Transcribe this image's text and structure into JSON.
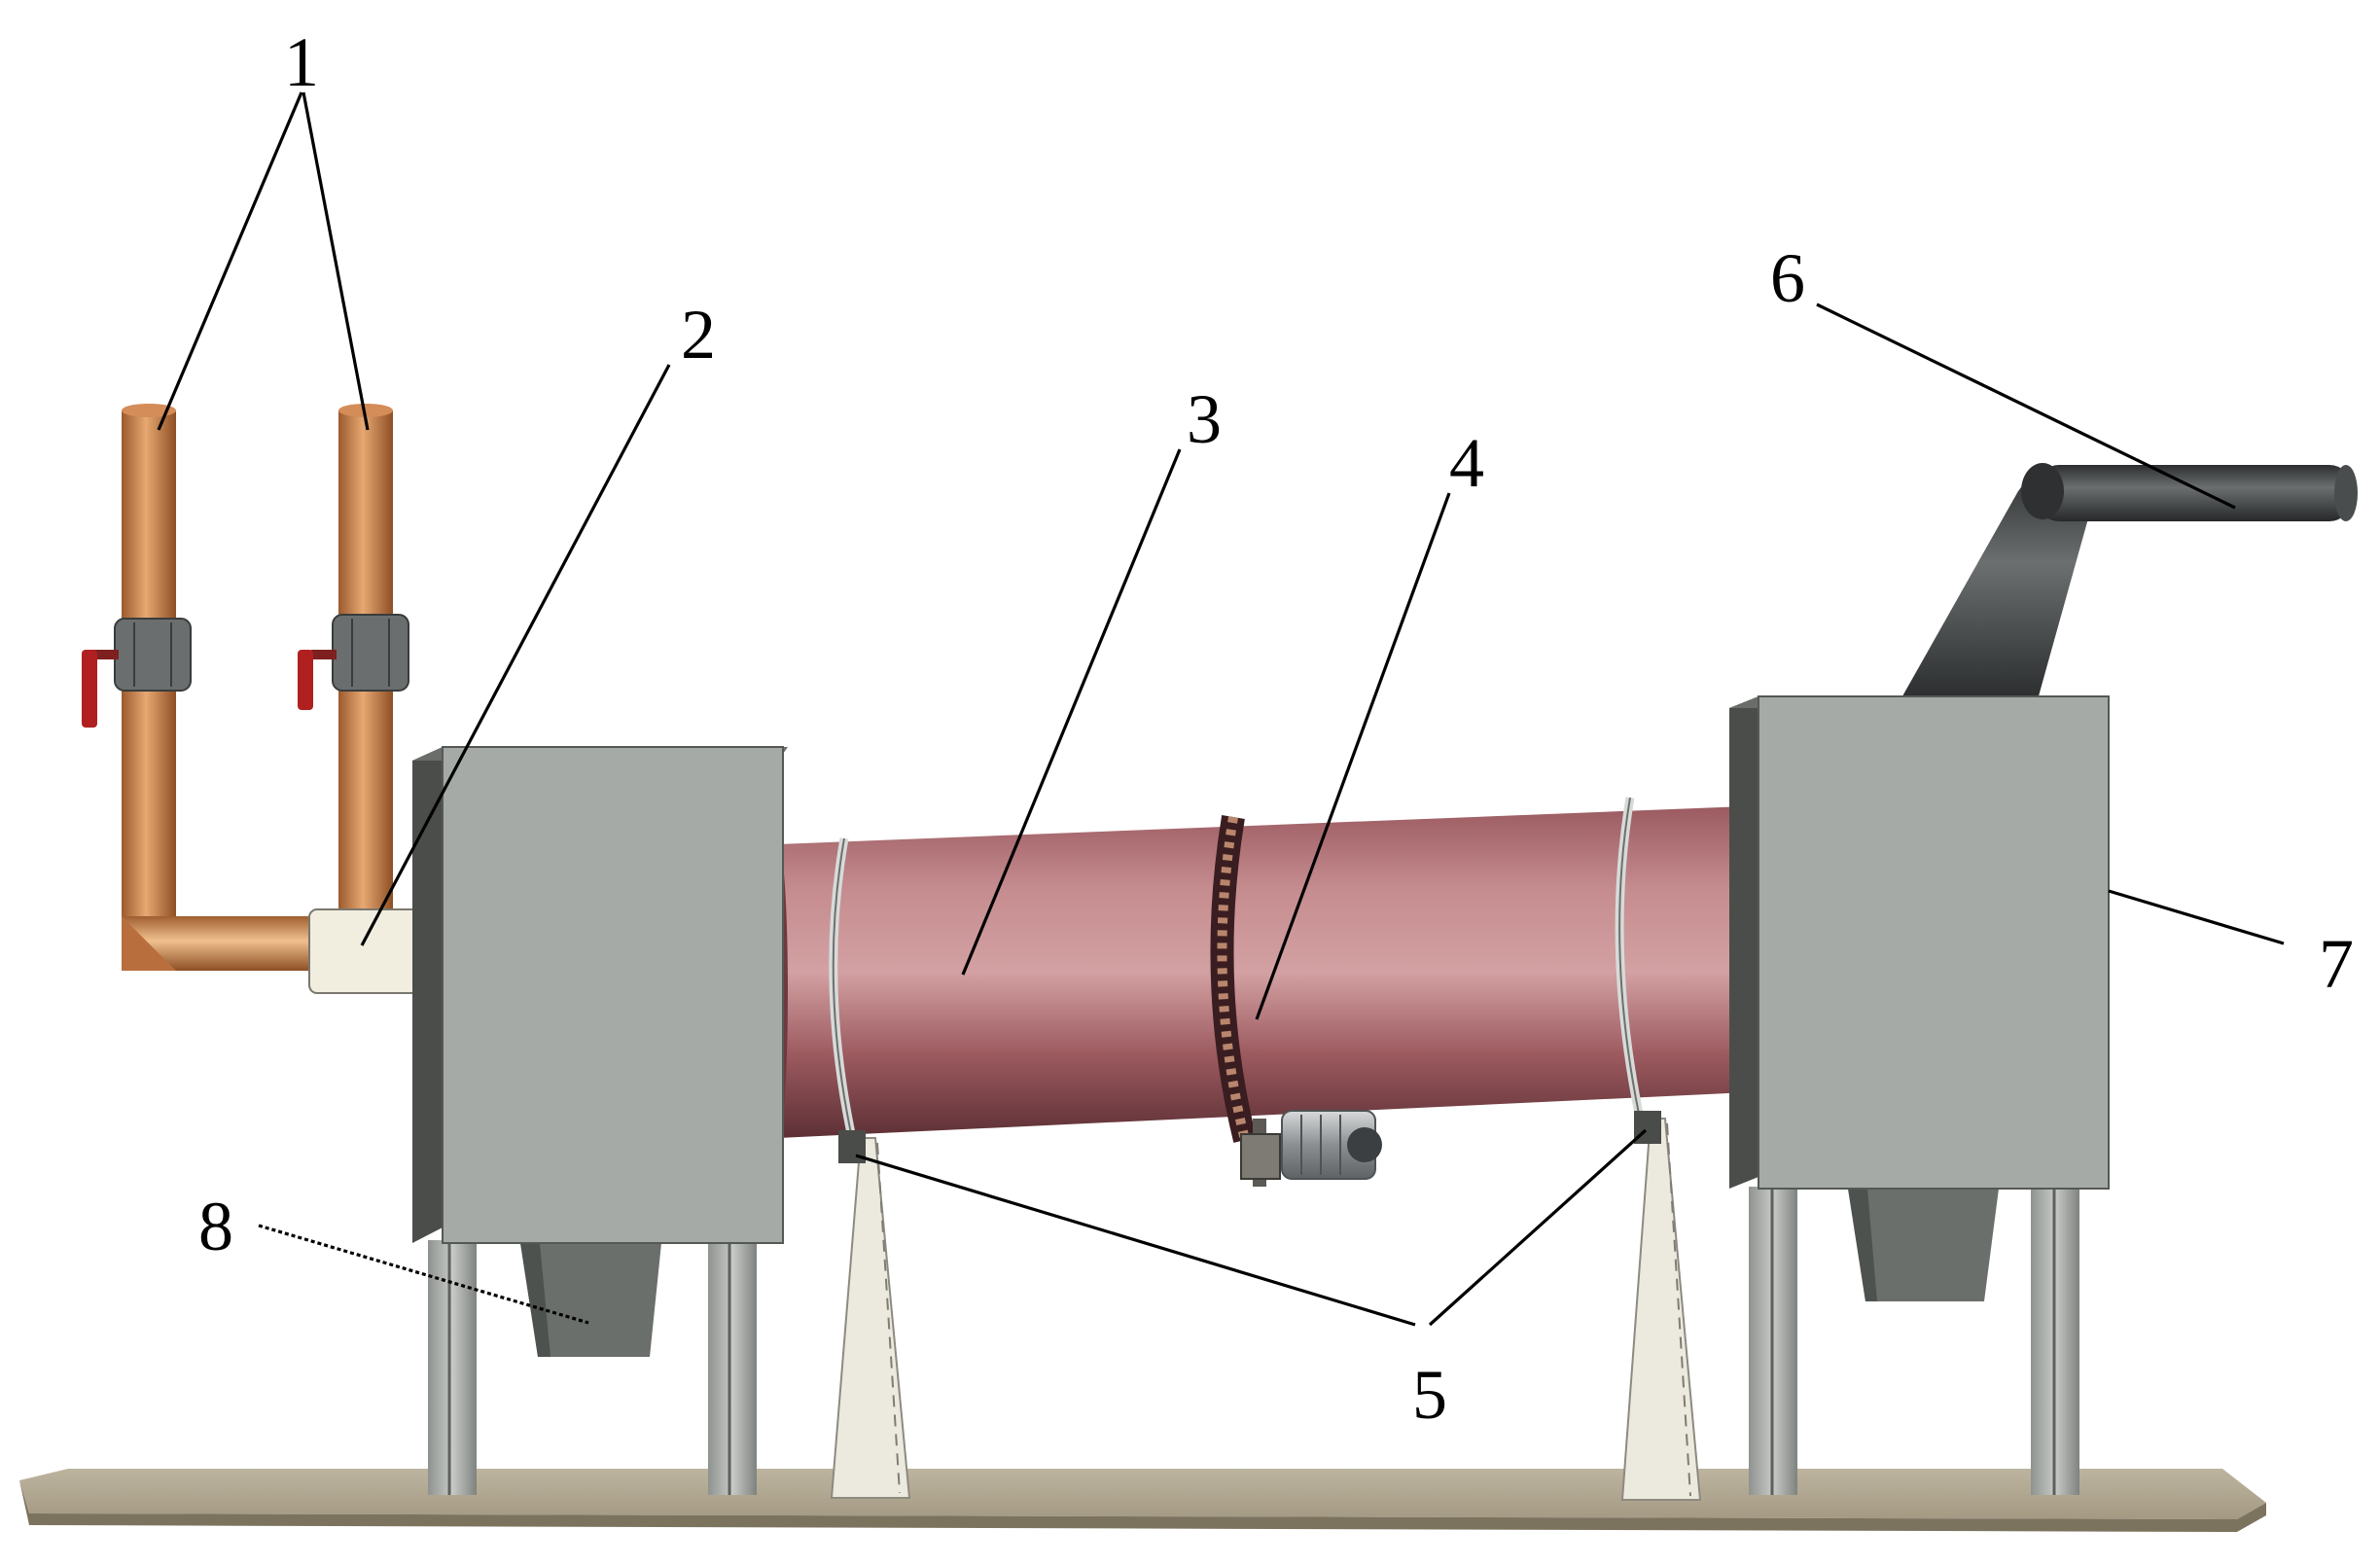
{
  "labels": {
    "l1": "1",
    "l2": "2",
    "l3": "3",
    "l4": "4",
    "l5": "5",
    "l6": "6",
    "l7": "7",
    "l8": "8"
  },
  "colors": {
    "base": "#b3aa95",
    "cabinet_front": "#a6aaa6",
    "cabinet_side": "#4b4d4b",
    "drum": "#8e4f55",
    "pipe": "#c9824f",
    "valve": "#6b6e6e",
    "handle": "#b02020",
    "hopper": "#6a6f6b",
    "exhaust": "#3d4041",
    "support": "#e9e6dc",
    "ink": "#000000"
  }
}
